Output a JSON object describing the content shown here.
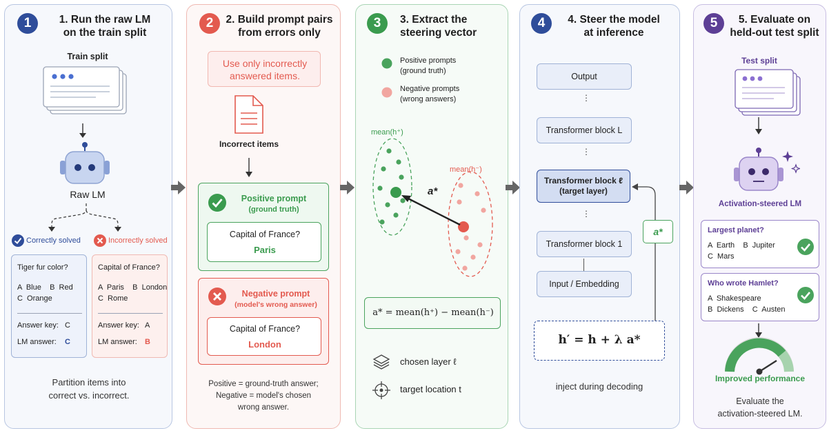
{
  "colors": {
    "blue": "#2f4d9a",
    "red": "#e35a4f",
    "green": "#3a9b4e",
    "purple": "#5d3f95"
  },
  "panel1": {
    "badge": "1",
    "title_line1": "1. Run the raw LM",
    "title_line2": "on the train split",
    "train_label": "Train split",
    "model_label": "Raw LM",
    "correct_label": "Correctly solved",
    "incorrect_label": "Incorrectly solved",
    "left_card": {
      "question": "Tiger fur color?",
      "opt1": "A  Blue    B  Red",
      "opt2": "C  Orange",
      "key_label": "Answer key:",
      "key_value": "C",
      "lm_label": "LM answer:",
      "lm_value": "C"
    },
    "right_card": {
      "question": "Capital of France?",
      "opt1": "A  Paris    B  London",
      "opt2": "C  Rome",
      "key_label": "Answer key:",
      "key_value": "A",
      "lm_label": "LM answer:",
      "lm_value": "B"
    },
    "caption_line1": "Partition items into",
    "caption_line2": "correct vs. incorrect."
  },
  "panel2": {
    "badge": "2",
    "title_line1": "2. Build prompt pairs",
    "title_line2": "from errors only",
    "note_line1": "Use only incorrectly",
    "note_line2": "answered items.",
    "doc_label": "Incorrect items",
    "positive_title": "Positive prompt",
    "positive_sub": "(ground truth)",
    "positive_question": "Capital of France?",
    "positive_answer": "Paris",
    "negative_title": "Negative prompt",
    "negative_sub": "(model's wrong answer)",
    "negative_question": "Capital of France?",
    "negative_answer": "London",
    "caption_line1": "Positive = ground-truth answer;",
    "caption_line2": "Negative = model's chosen",
    "caption_line3": "wrong answer."
  },
  "panel3": {
    "badge": "3",
    "title_line1": "3. Extract the",
    "title_line2": "steering vector",
    "pos_legend_line1": "Positive prompts",
    "pos_legend_line2": "(ground truth)",
    "neg_legend_line1": "Negative prompts",
    "neg_legend_line2": "(wrong answers)",
    "mean_pos": "mean(h⁺)",
    "mean_neg": "mean(h⁻)",
    "vector_label": "a*",
    "formula": "a* = mean(h⁺) − mean(h⁻)",
    "layer_label": "chosen layer ℓ",
    "location_label": "target location t"
  },
  "panel4": {
    "badge": "4",
    "title_line1": "4. Steer the model",
    "title_line2": "at inference",
    "output": "Output",
    "block_L": "Transformer block L",
    "block_target_line1": "Transformer block ℓ",
    "block_target_line2": "(target layer)",
    "block_1": "Transformer block 1",
    "embedding": "Input / Embedding",
    "vector_label": "a*",
    "formula": "h′ = h + λ a*",
    "caption": "inject during decoding",
    "ellipsis": "⋮"
  },
  "panel5": {
    "badge": "5",
    "title_line1": "5. Evaluate on",
    "title_line2": "held-out test split",
    "test_label": "Test split",
    "model_label": "Activation-steered LM",
    "q1": "Largest planet?",
    "q1_opt1": "A  Earth    B  Jupiter",
    "q1_opt2": "C  Mars",
    "q2": "Who wrote Hamlet?",
    "q2_opt1": "A  Shakespeare",
    "q2_opt2": "B  Dickens    C  Austen",
    "perf_label": "Improved performance",
    "caption_line1": "Evaluate the",
    "caption_line2": "activation-steered LM."
  }
}
